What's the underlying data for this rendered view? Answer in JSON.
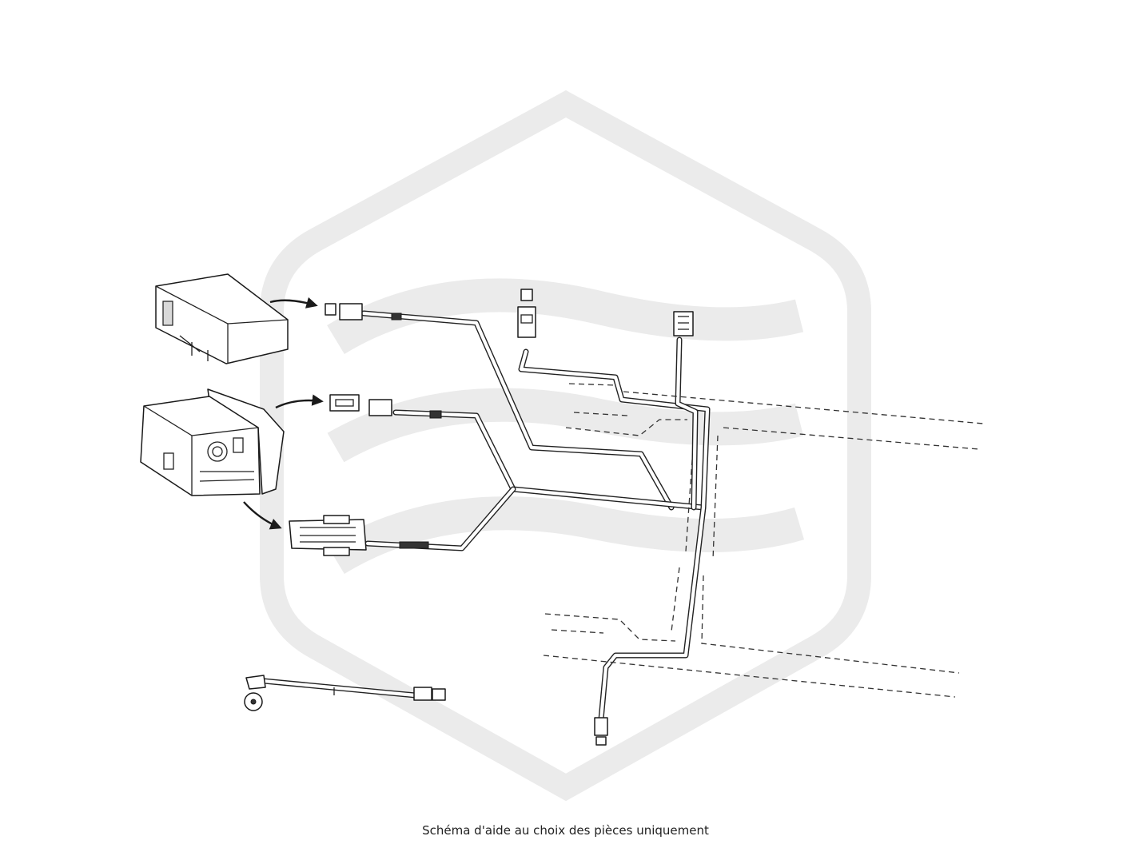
{
  "caption": "Schéma d'aide au choix des pièces uniquement",
  "colors": {
    "watermark": "#ebebeb",
    "line": "#1a1a1a",
    "background": "#ffffff"
  },
  "icons": [
    "watermark-logo",
    "control-module",
    "head-unit",
    "connector",
    "antenna-cable",
    "speaker-disc"
  ]
}
